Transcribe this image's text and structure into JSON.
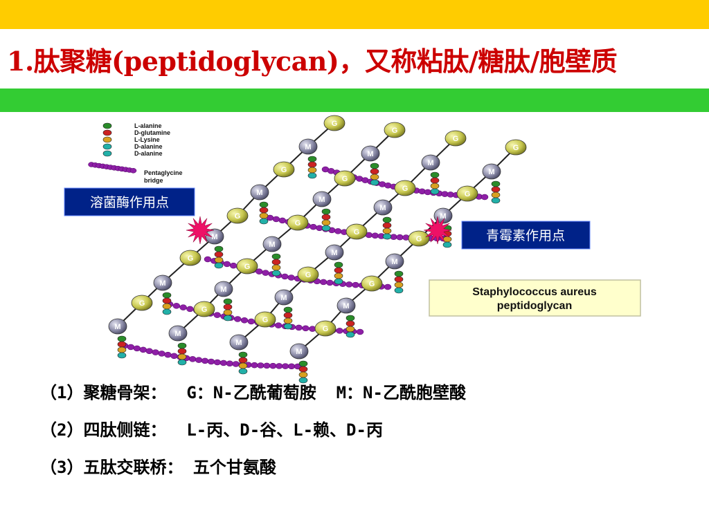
{
  "slide": {
    "title": "1.肽聚糖(peptidoglycan)，又称粘肽/糖肽/胞壁质",
    "colors": {
      "top_bar": "#ffcc00",
      "green_bar": "#33cc33",
      "title": "#cc0000"
    }
  },
  "diagram": {
    "legend": {
      "items": [
        "L-alanine",
        "D-glutamine",
        "L-Lysine",
        "D-alanine",
        "D-alanine"
      ],
      "bridge_label": [
        "Pentaglycine",
        "bridge"
      ]
    },
    "callouts": {
      "lysozyme": "溶菌酶作用点",
      "penicillin": "青霉素作用点"
    },
    "caption": [
      "Staphylococcus aureus",
      "peptidoglycan"
    ],
    "node_labels": {
      "glucosamine": "G",
      "muramic": "M"
    },
    "colors": {
      "g_node": "#c8c850",
      "m_node": "#8c8ca8",
      "bridge": "#8e1fa6",
      "l_alanine": "#2a8c2a",
      "d_glutamine": "#cc2222",
      "l_lysine": "#d8a020",
      "d_alanine": "#22b0a8",
      "callout_bg": "#002288",
      "caption_bg": "#ffffcc",
      "star": "#ee1166"
    }
  },
  "notes": [
    "（1）聚糖骨架：  G：N-乙酰葡萄胺  M：N-乙酰胞壁酸",
    "（2）四肽侧链：  L-丙、D-谷、L-赖、D-丙",
    "（3）五肽交联桥： 五个甘氨酸"
  ]
}
